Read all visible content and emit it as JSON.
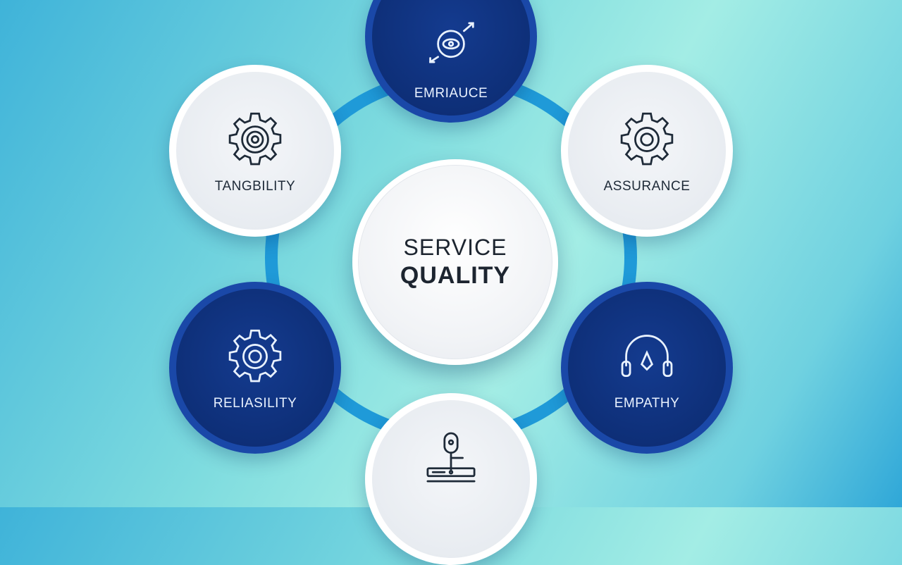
{
  "center": {
    "line1": "SERVICE",
    "line2": "QUALITY"
  },
  "nodes": [
    {
      "label": "EMRIAUCE",
      "icon": "eye-target-icon",
      "style": "dark"
    },
    {
      "label": "TANGBILITY",
      "icon": "gear-icon",
      "style": "light"
    },
    {
      "label": "ASSURANCE",
      "icon": "gear-icon",
      "style": "light"
    },
    {
      "label": "RELIASILITY",
      "icon": "gear-icon",
      "style": "dark"
    },
    {
      "label": "EMPATHY",
      "icon": "headphones-icon",
      "style": "dark"
    },
    {
      "label": "",
      "icon": "microphone-desk-icon",
      "style": "light"
    }
  ],
  "colors": {
    "ring": "#1f9ad8",
    "dark_fill": "#0e2f78",
    "dark_border": "#1a48a8",
    "light_fill": "#eceff3"
  }
}
